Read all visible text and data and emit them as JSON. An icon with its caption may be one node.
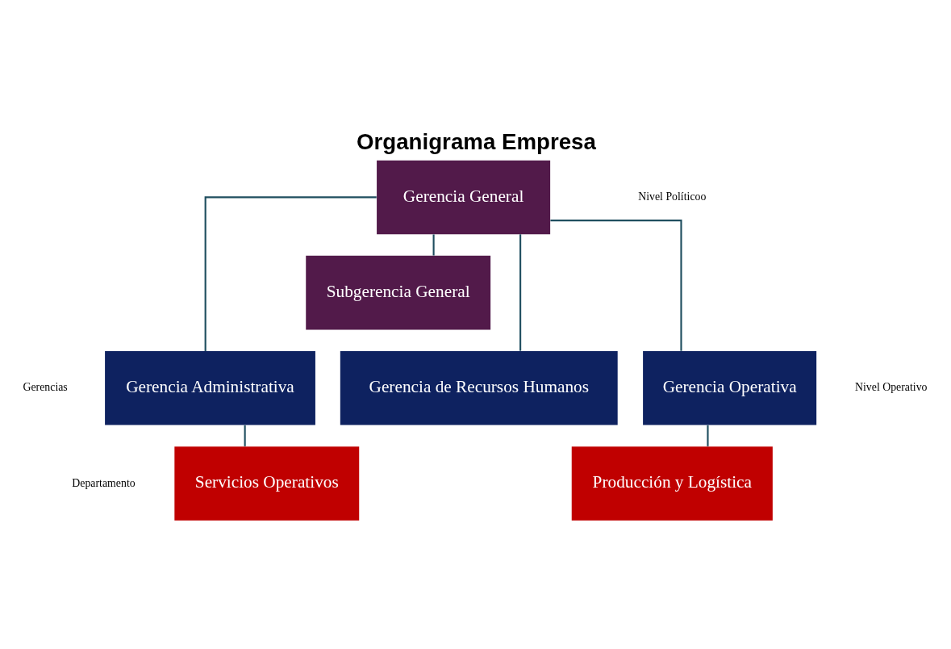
{
  "diagram": {
    "title": "Organigrama Empresa",
    "nodes": [
      {
        "text": [
          "Gerencia General"
        ]
      },
      {
        "text": [
          "Subgerencia General"
        ]
      },
      {
        "text": [
          "Gerencia Administrativa"
        ]
      },
      {
        "text": [
          "Gerencia de Recursos Humanos"
        ]
      },
      {
        "text": [
          "Gerencia Operativa"
        ]
      },
      {
        "text": [
          "Servicios Operativos"
        ]
      },
      {
        "text": [
          "Producción y Logística"
        ]
      }
    ],
    "edges": [
      {
        "from": 0,
        "to": 1,
        "arrow": "none"
      },
      {
        "from": 0,
        "to": 2,
        "arrow": "none"
      },
      {
        "from": 0,
        "to": 3,
        "arrow": "none"
      },
      {
        "from": 0,
        "to": 4,
        "arrow": "none"
      },
      {
        "from": 2,
        "to": 5,
        "arrow": "none"
      },
      {
        "from": 4,
        "to": 6,
        "arrow": "none"
      }
    ],
    "labels": [
      "Nivel Políticoo",
      "Gerencias",
      "Nivel Operativo",
      "Departamento"
    ]
  }
}
